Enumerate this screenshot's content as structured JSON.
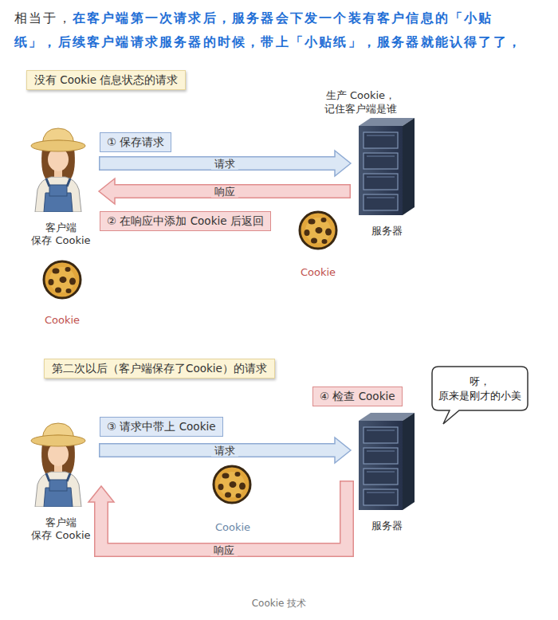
{
  "diagram": {
    "caption": "Cookie 技术",
    "nodes": [
      {
        "text": [
          "没有 Cookie 信息状态的请求"
        ]
      },
      {
        "text": [
          "① 保存请求"
        ]
      },
      {
        "text": [
          "客户端 保存 Cookie"
        ]
      },
      {
        "text": [
          "服务器"
        ]
      },
      {
        "text": [
          "② 在响应中添加 Cookie 后返回"
        ]
      },
      {
        "text": [
          "第二次以后（客户端保存了Cookie）的请求"
        ]
      },
      {
        "text": [
          "呀， 原来是刚才的小美"
        ]
      },
      {
        "text": [
          "④ 检查 Cookie"
        ]
      },
      {
        "text": [
          "③ 请求中带上 Cookie"
        ]
      },
      {
        "text": [
          "客户端 保存 Cookie"
        ]
      },
      {
        "text": [
          "服务器"
        ]
      }
    ],
    "edges": [
      {
        "from": 2,
        "to": 3,
        "label": "请求",
        "arrow": "to"
      },
      {
        "from": 3,
        "to": 2,
        "label": "响应",
        "arrow": "to"
      },
      {
        "from": 9,
        "to": 10,
        "label": "请求",
        "arrow": "to"
      },
      {
        "from": 10,
        "to": 9,
        "label": "响应",
        "arrow": "to"
      }
    ],
    "labels": [
      "相当于，",
      "在客户端第一次请求后，服务器会下发一个装有客户信息的「小贴纸」，后续客户端请求服务器的时候，带上「小贴纸」，服务器就能认得了了，",
      "生产 Cookie， 记住客户端是谁",
      "Cookie",
      "Cookie",
      "Cookie"
    ]
  }
}
